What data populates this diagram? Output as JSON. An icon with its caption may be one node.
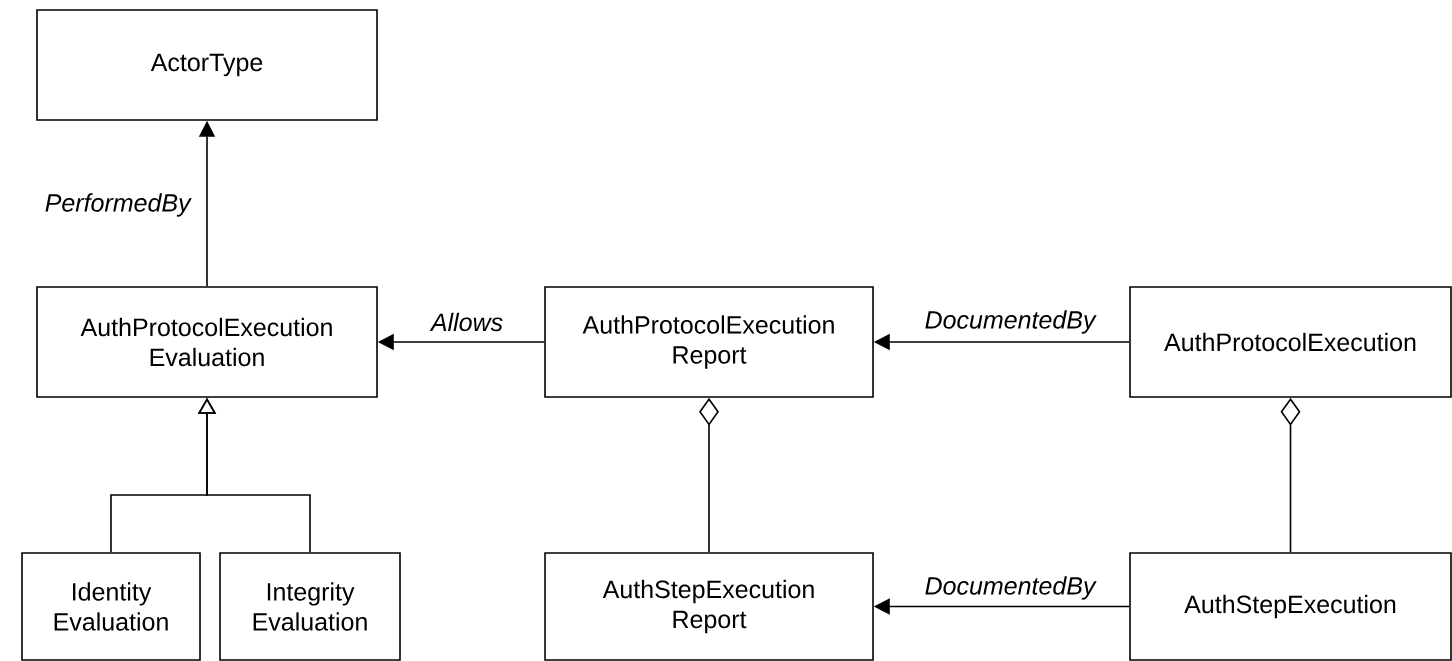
{
  "diagram": {
    "nodes": [
      {
        "text": [
          "ActorType"
        ]
      },
      {
        "text": [
          "AuthProtocolExecution Evaluation"
        ]
      },
      {
        "text": [
          "AuthProtocolExecution Report"
        ]
      },
      {
        "text": [
          "AuthProtocolExecution"
        ]
      },
      {
        "text": [
          "Identity Evaluation"
        ]
      },
      {
        "text": [
          "Integrity Evaluation"
        ]
      },
      {
        "text": [
          "AuthStepExecution Report"
        ]
      },
      {
        "text": [
          "AuthStepExecution"
        ]
      }
    ],
    "edges": [
      {
        "from": 1,
        "to": 0,
        "arrow": "to",
        "label": "PerformedBy"
      },
      {
        "from": 2,
        "to": 1,
        "arrow": "to",
        "label": "Allows"
      },
      {
        "from": 3,
        "to": 2,
        "arrow": "to",
        "label": "DocumentedBy"
      },
      {
        "from": 4,
        "to": 1,
        "arrow": "to"
      },
      {
        "from": 5,
        "to": 1,
        "arrow": "to"
      },
      {
        "from": 6,
        "to": 2,
        "arrow": "other"
      },
      {
        "from": 7,
        "to": 3,
        "arrow": "other"
      },
      {
        "from": 7,
        "to": 6,
        "arrow": "to",
        "label": "DocumentedBy"
      }
    ]
  }
}
